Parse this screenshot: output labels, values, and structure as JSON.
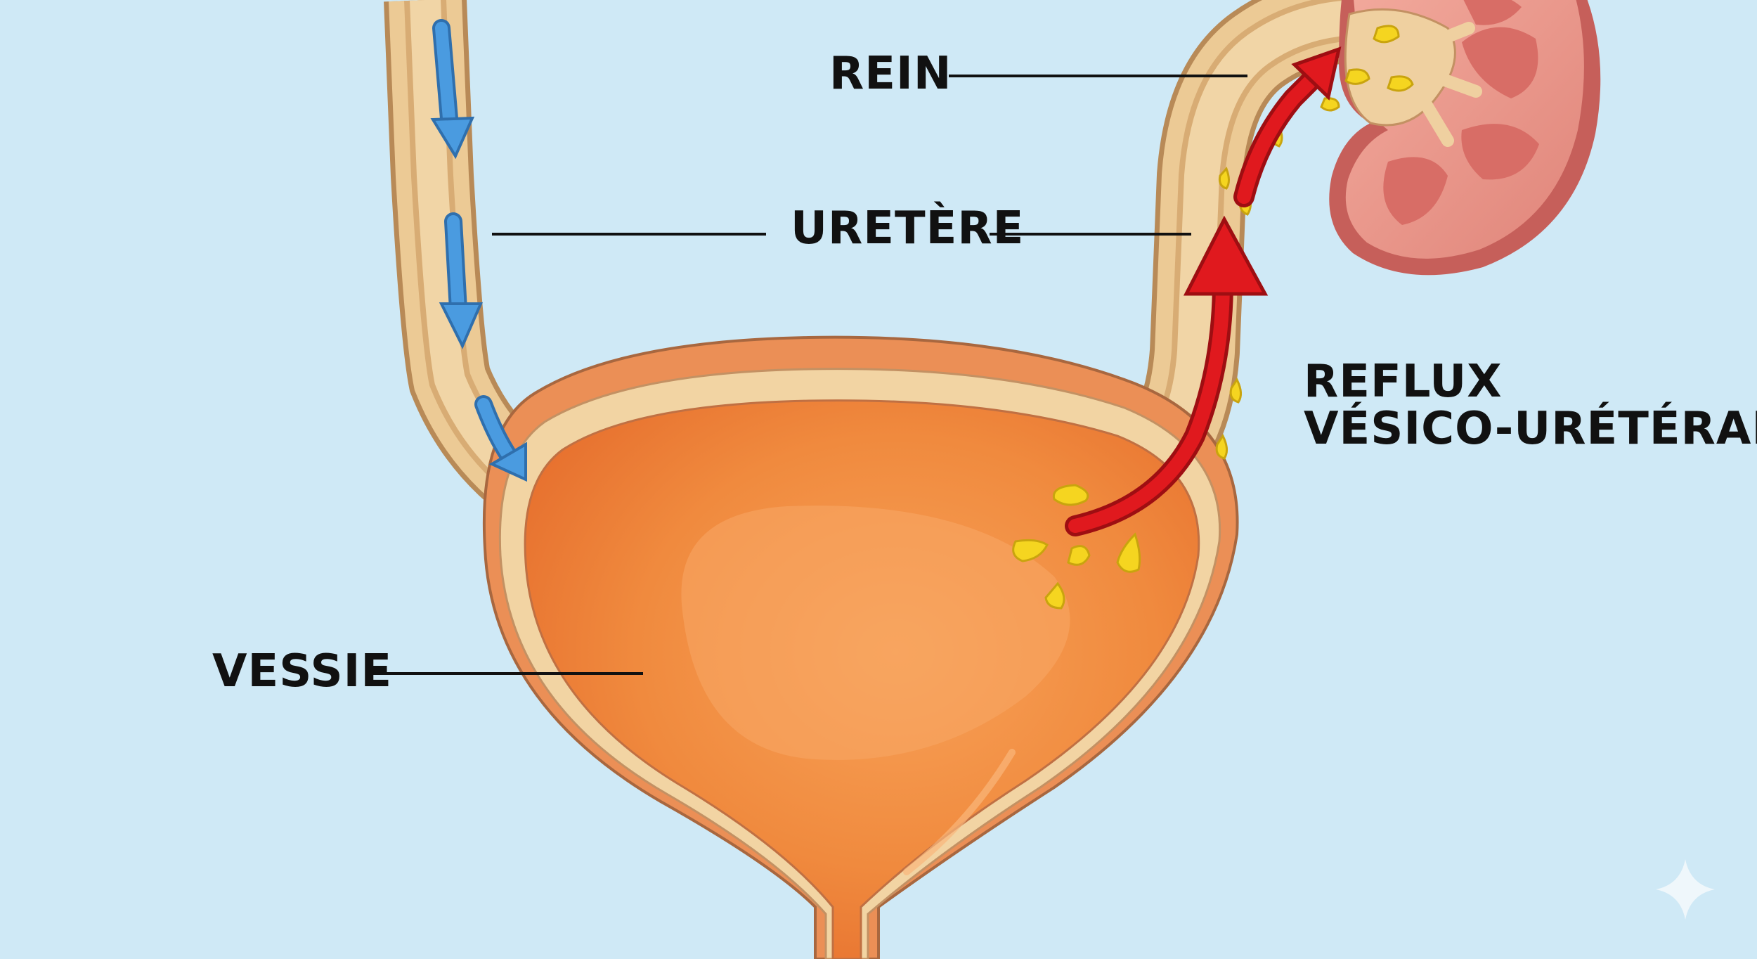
{
  "labels": {
    "rein": "REIN",
    "uretere": "URETÈRE",
    "vessie": "VESSIE",
    "reflux_line1": "REFLUX",
    "reflux_line2": "VÉSICO-URÉTÉRALE"
  },
  "icons": {
    "normal_flow": "arrow-down-icon",
    "reflux_flow": "arrow-up-icon",
    "corner_mark": "sparkle-icon"
  },
  "colors": {
    "background": "#cfe9f6",
    "bladder": "#ef7f35",
    "bladder_wall": "#f0d2a0",
    "ureter": "#e9c48e",
    "kidney": "#e99488",
    "normal_flow": "#3d8fd6",
    "reflux": "#d9171c",
    "urine_drop": "#f5d520",
    "leader_line": "#111111"
  }
}
